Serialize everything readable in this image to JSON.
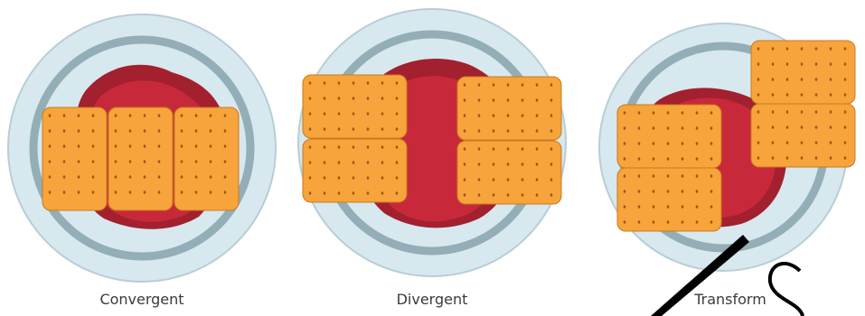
{
  "panels": [
    {
      "caption": "Convergent"
    },
    {
      "caption": "Divergent"
    },
    {
      "caption": "Transform"
    }
  ],
  "colors": {
    "plate": "#d7e8ef",
    "plate_edge": "#b9cdd6",
    "plate_ring": "#93aeb6",
    "meat_dark": "#a3202f",
    "meat": "#c8293a",
    "cracker": "#f6a43b",
    "cracker_edge": "#c97a1f",
    "cracker_dot": "#9c5a14",
    "watermark": "#000000"
  }
}
